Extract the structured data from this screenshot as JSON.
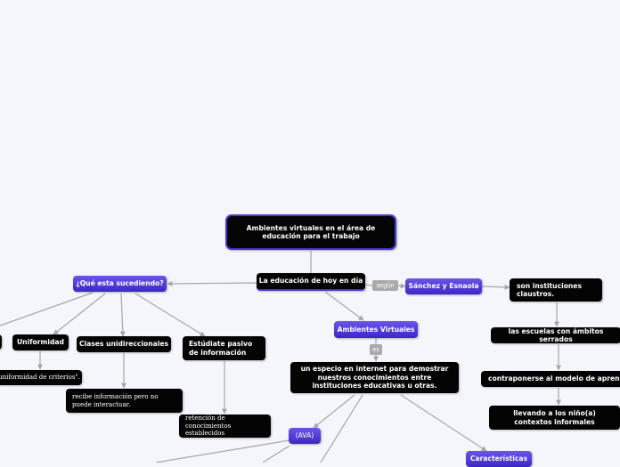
{
  "nodes": {
    "root": "Ambientes virtuales en el área de educación para el trabajo",
    "hoy": "La educación de hoy en día",
    "que_sucede": "¿Qué esta sucediendo?",
    "sanchez": "Sánchez y Esnaola",
    "uniformidad": "Uniformidad",
    "uniformidad_criterios": "uniformidad de criterios\".",
    "clases": "Clases unidireccionales",
    "recibe": "recibe información pero no puede interactuar.",
    "estudiante": "Estúdiate pasivo de información",
    "retencion": "retención de conocimientos establecidos",
    "ambientes": "Ambientes Virtuales",
    "espacio": "un especio en internet para demostrar nuestros conocimientos entre instituciones educativas u otras.",
    "ava": "(AVA)",
    "caracteristicas": "Características",
    "son_instituciones": "son instituciones claustros.",
    "escuelas": "las escuelas con ámbitos serrados",
    "contraponerse": "contraponerse al modelo de aprendizaje",
    "llevando": "llevando a los niño(a) contextos informales"
  },
  "edge_labels": {
    "segun": "según",
    "es": "es"
  },
  "colors": {
    "node_dark": "#040404",
    "node_accent": "#4b36d6",
    "edge": "#a6a6a6",
    "background": "#f4f6fc"
  }
}
